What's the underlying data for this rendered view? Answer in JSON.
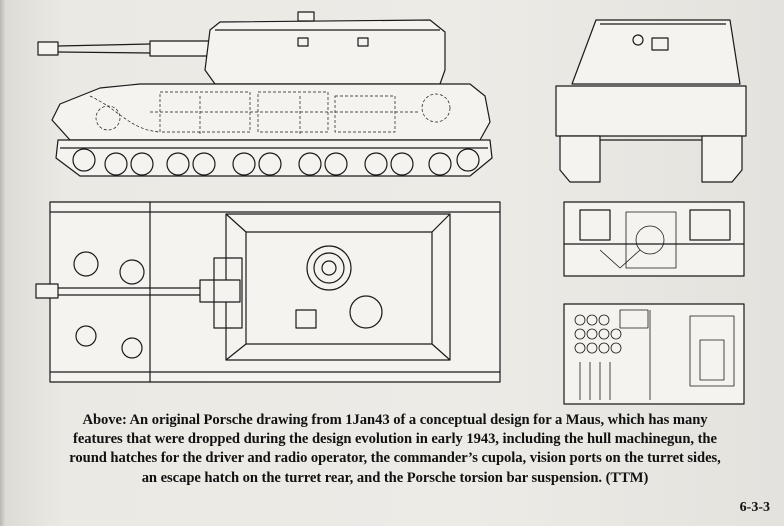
{
  "caption": {
    "lines": [
      "Above:  An original Porsche drawing from 1Jan43 of a conceptual design for a Maus, which has many",
      "features that were dropped during the design evolution in early 1943, including the hull machinegun, the",
      "round hatches for the driver and radio operator, the commander’s cupola, vision ports on the turret sides,",
      "an escape hatch on the turret rear, and the Porsche torsion bar suspension.  (TTM)"
    ]
  },
  "page_number": "6-3-3",
  "colors": {
    "ink": "#1a1a1a",
    "paper": "#ecebe6"
  }
}
